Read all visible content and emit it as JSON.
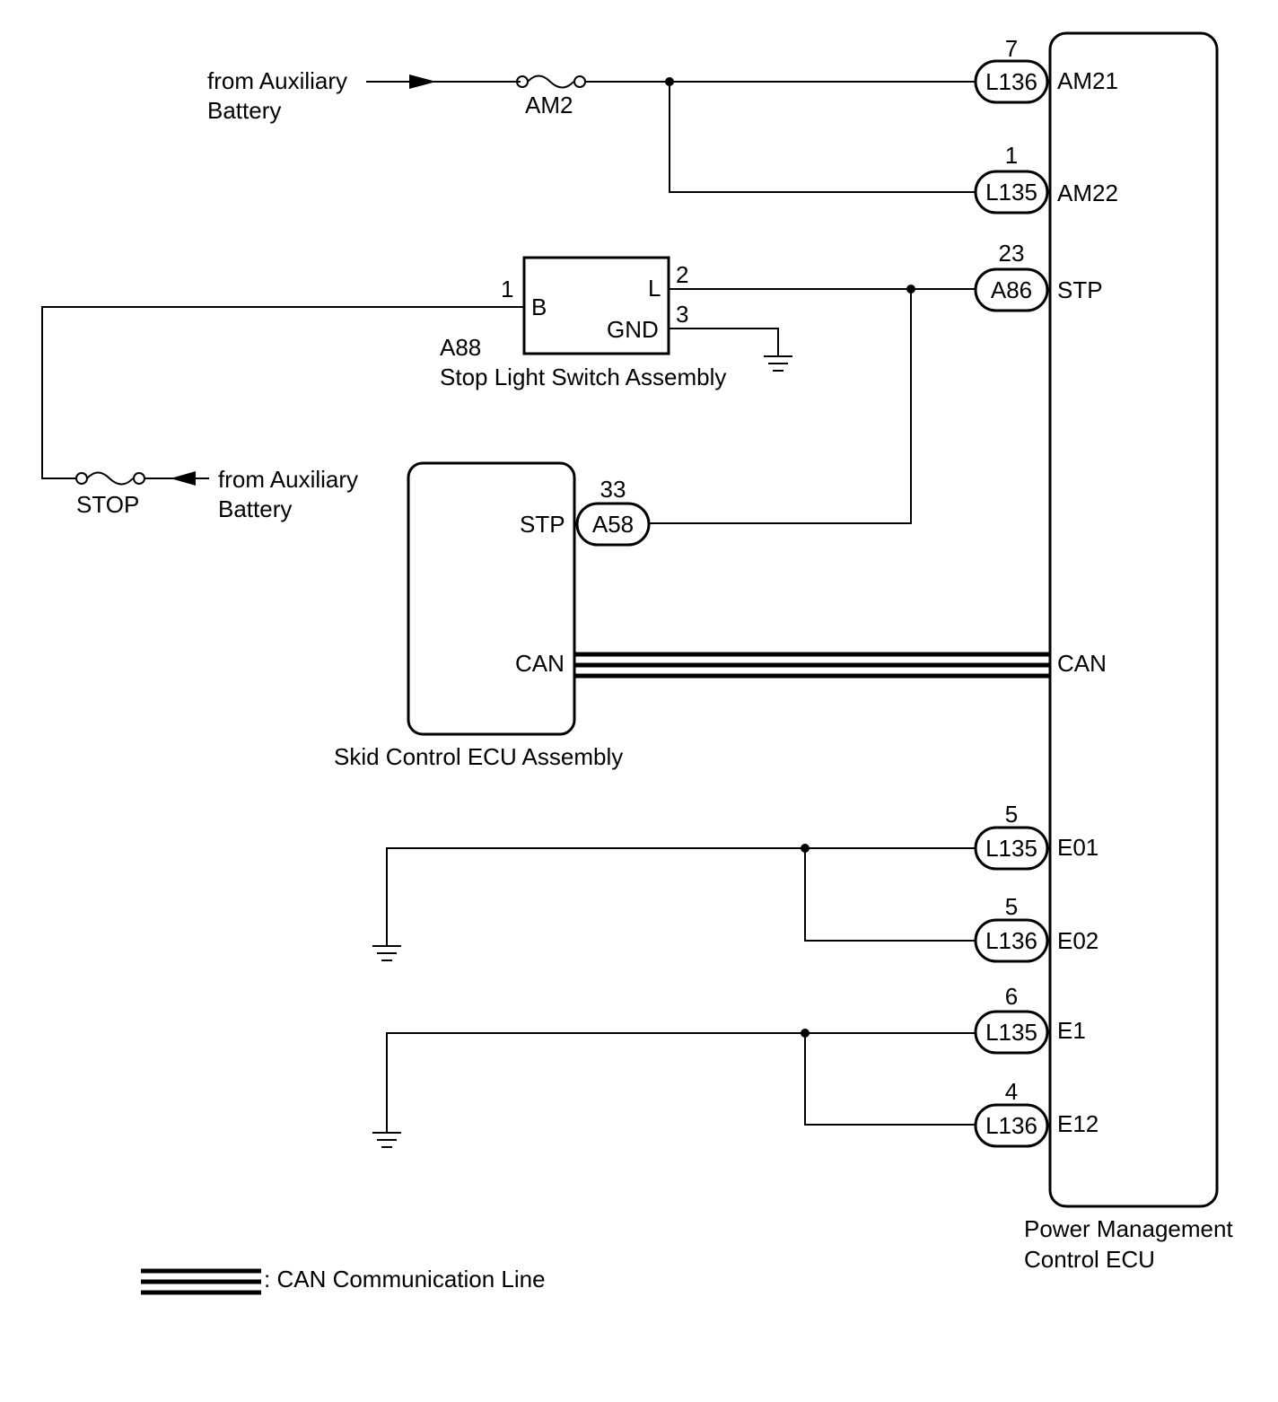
{
  "battery_source_1": {
    "line1": "from Auxiliary",
    "line2": "Battery"
  },
  "battery_source_2": {
    "line1": "from Auxiliary",
    "line2": "Battery"
  },
  "fuses": {
    "am2": "AM2",
    "stop": "STOP"
  },
  "pmc_ecu": {
    "name_line1": "Power Management",
    "name_line2": "Control ECU",
    "pins": [
      {
        "terminal": "AM21",
        "connector": "L136",
        "pin": "7"
      },
      {
        "terminal": "AM22",
        "connector": "L135",
        "pin": "1"
      },
      {
        "terminal": "STP",
        "connector": "A86",
        "pin": "23"
      },
      {
        "terminal": "CAN"
      },
      {
        "terminal": "E01",
        "connector": "L135",
        "pin": "5"
      },
      {
        "terminal": "E02",
        "connector": "L136",
        "pin": "5"
      },
      {
        "terminal": "E1",
        "connector": "L135",
        "pin": "6"
      },
      {
        "terminal": "E12",
        "connector": "L136",
        "pin": "4"
      }
    ]
  },
  "stop_light_switch": {
    "code": "A88",
    "name": "Stop Light Switch Assembly",
    "terminals": {
      "b": "B",
      "l": "L",
      "gnd": "GND"
    },
    "pins": {
      "b": "1",
      "l": "2",
      "gnd": "3"
    }
  },
  "skid_control_ecu": {
    "name": "Skid Control ECU Assembly",
    "stp_label": "STP",
    "can_label": "CAN",
    "connector": "A58",
    "pin": "33"
  },
  "legend": {
    "can_line": ": CAN Communication Line"
  }
}
